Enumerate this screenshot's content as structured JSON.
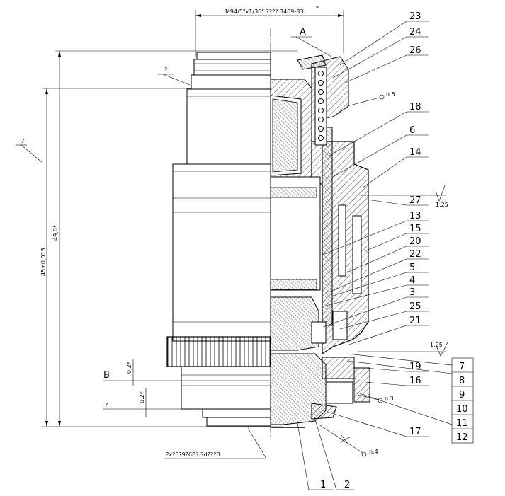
{
  "top_dimension": "M94/5\"x1/36\" ???? 3469-83",
  "top_dimension_star": "*",
  "left_dim_outer": "?",
  "left_dim_total": "45±0,015",
  "left_dim_inner": "49,6*",
  "left_dim_top_mark": "?",
  "section_A": "A",
  "label_B": "B",
  "label_q_bottom": "?",
  "tol_02_top": "0,2*",
  "tol_02_bottom": "0,2*",
  "roughness_top": "1,25",
  "roughness_bottom": "1,25",
  "note_n5": "n.5",
  "note_n3": "n.3",
  "note_n4": "n.4",
  "bottom_note": "?x?6?9?6B? ?d???B",
  "callouts_right": [
    "23",
    "24",
    "26",
    "18",
    "6",
    "14",
    "27",
    "13",
    "15",
    "20",
    "22",
    "5",
    "4",
    "3",
    "25",
    "21",
    "19",
    "16",
    "17"
  ],
  "callouts_table": [
    "7",
    "8",
    "9",
    "10",
    "11",
    "12"
  ],
  "callouts_bottom": [
    "1",
    "2"
  ]
}
